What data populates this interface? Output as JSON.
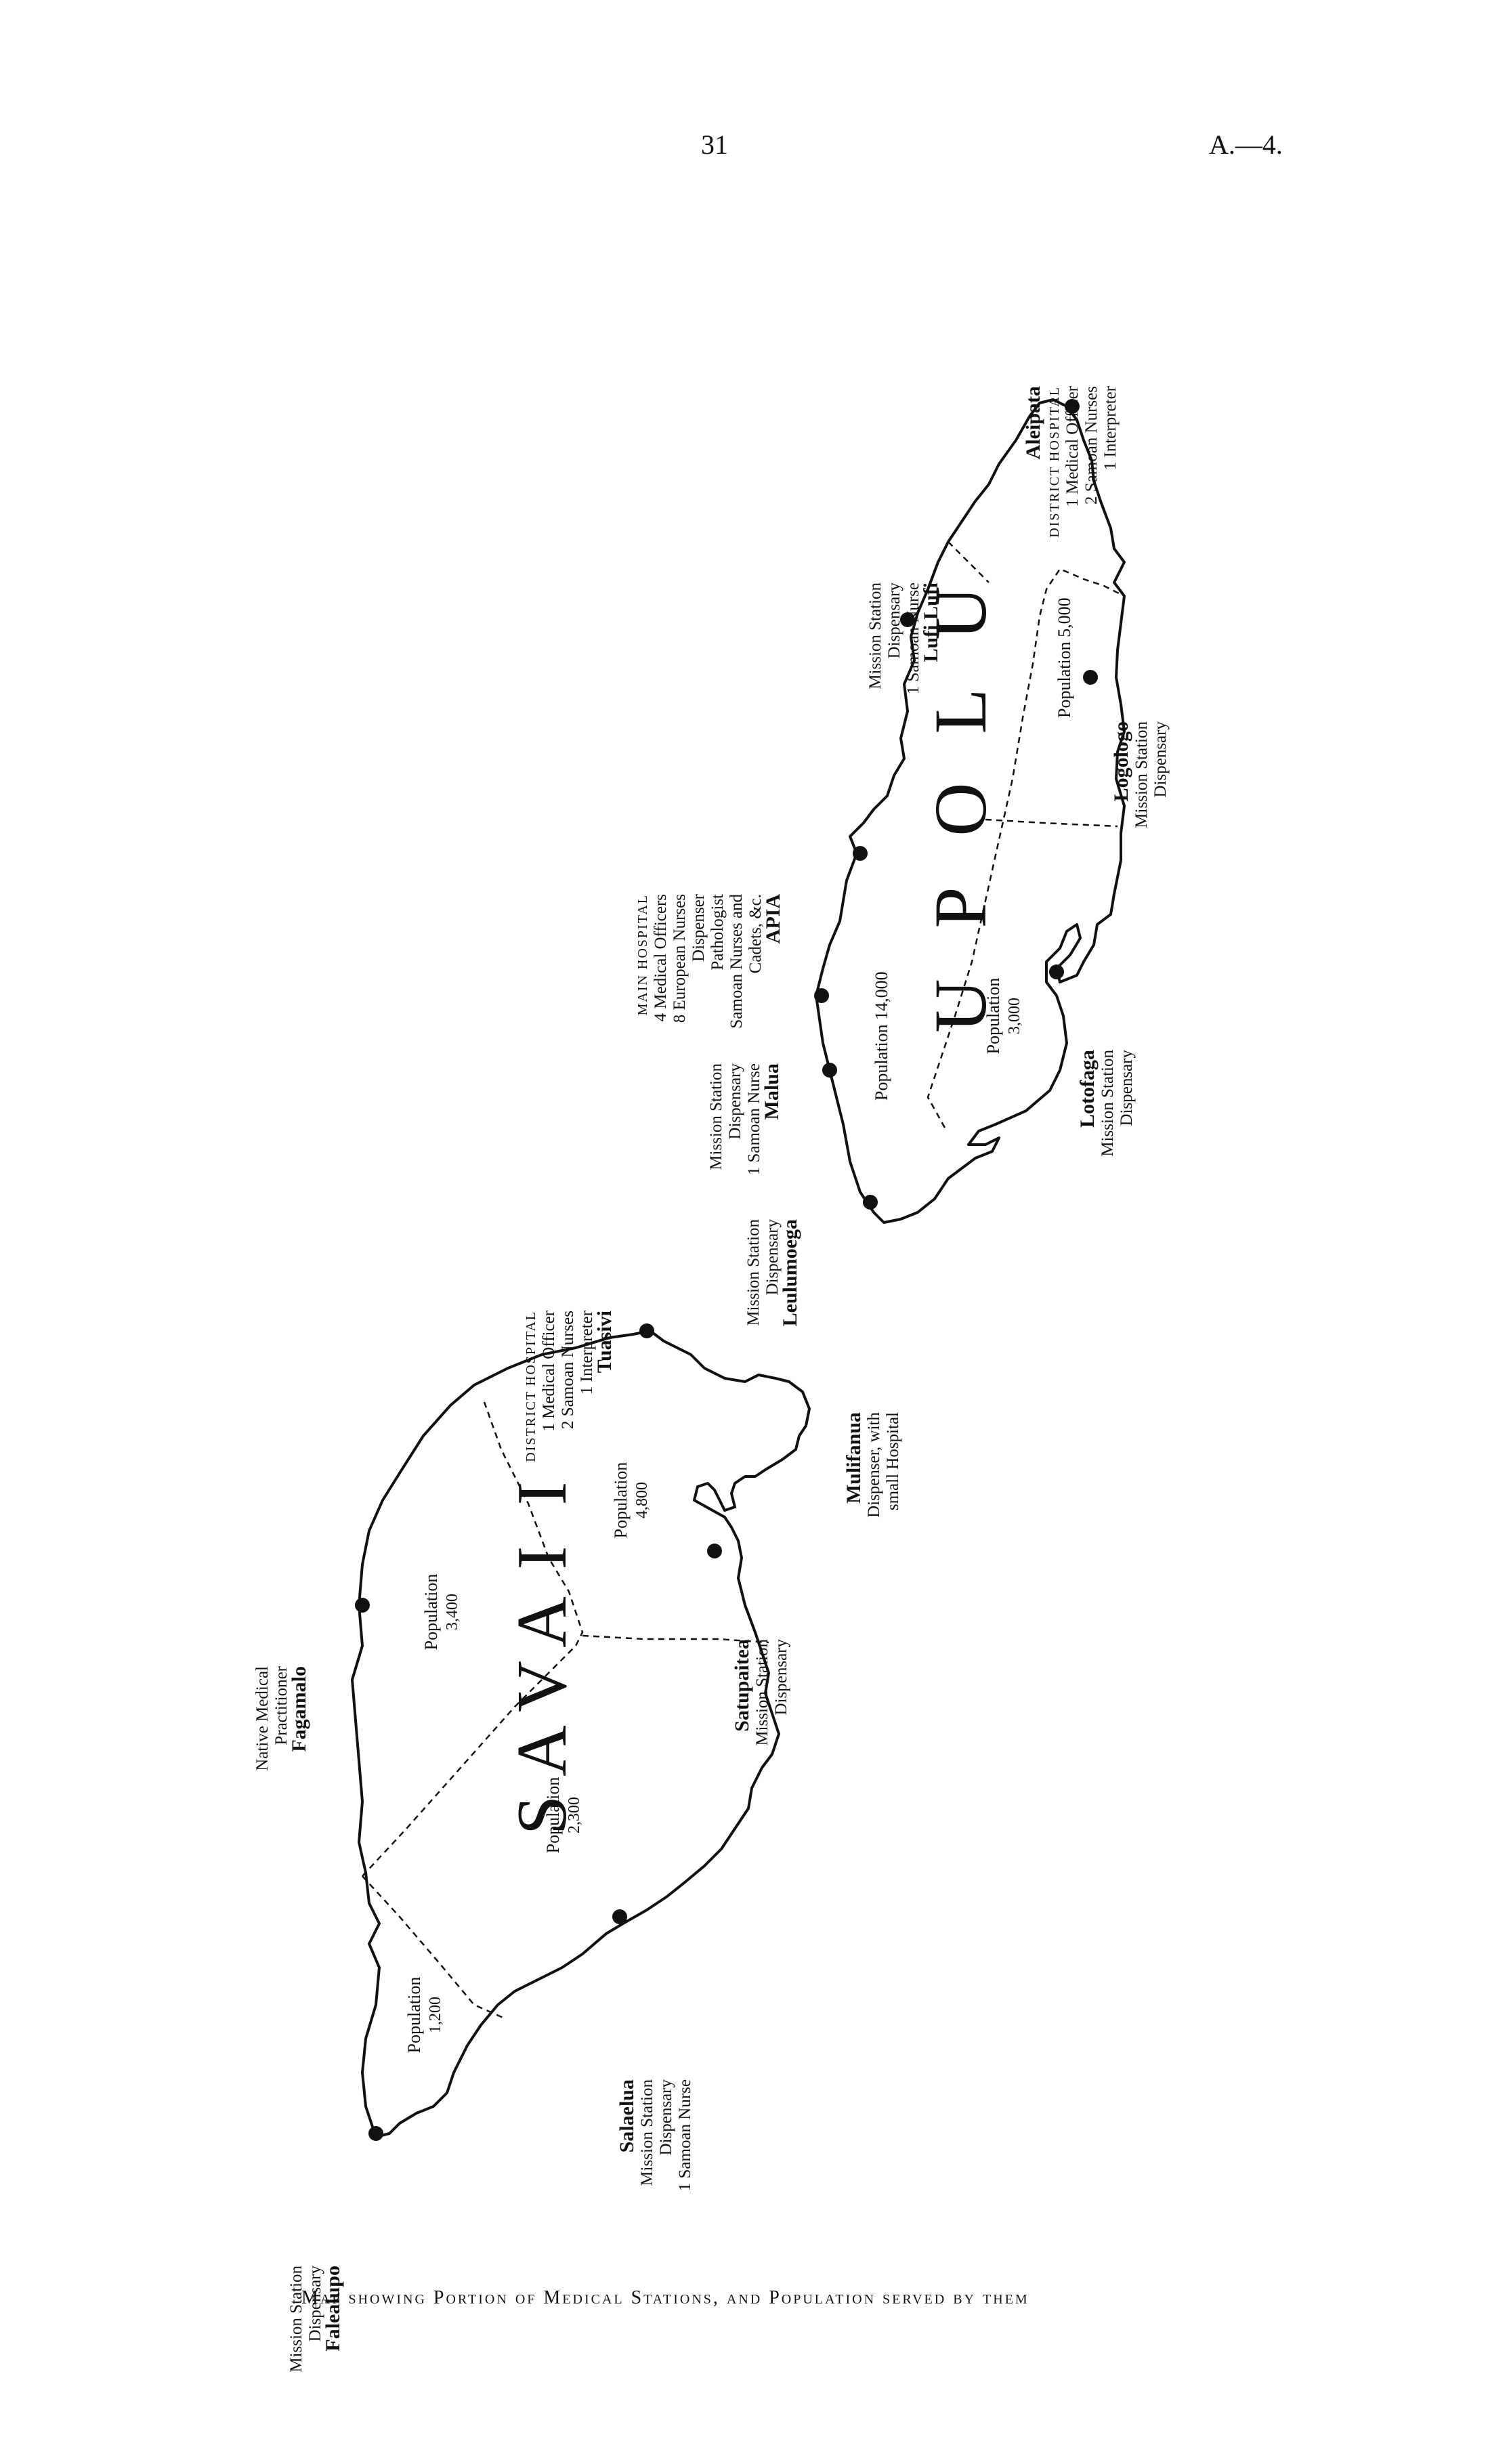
{
  "page": {
    "number": "31",
    "ref": "A.—4."
  },
  "caption": "Map showing Portion of Medical Stations, and Population served by them",
  "islands": [
    {
      "name": "SAVAII",
      "letters": [
        "S",
        "A",
        "V",
        "A",
        "I",
        "I"
      ]
    },
    {
      "name": "UPOLU",
      "letters": [
        "U",
        "P",
        "O",
        "L",
        "U"
      ]
    }
  ],
  "districts": [
    {
      "id": "savaii-ne",
      "label": "Population",
      "value": "4,800"
    },
    {
      "id": "savaii-n",
      "label": "Population",
      "value": "3,400"
    },
    {
      "id": "savaii-s",
      "label": "Population",
      "value": "2,300"
    },
    {
      "id": "savaii-w",
      "label": "Population",
      "value": "1,200"
    },
    {
      "id": "upolu-w",
      "label": "Population",
      "value": "14,000",
      "inline": "Population 14,000"
    },
    {
      "id": "upolu-sw",
      "label": "Population",
      "value": "3,000"
    },
    {
      "id": "upolu-c",
      "label": "Population",
      "value": "5,000",
      "inline": "Population 5,000"
    }
  ],
  "stations": [
    {
      "id": "aleipata",
      "name": "Aleipata",
      "details": [
        "DISTRICT HOSPITAL",
        "1 Medical Officer",
        "2 Samoan Nurses",
        "1 Interpreter"
      ]
    },
    {
      "id": "lufilufi",
      "name": "Lufi Lufi",
      "details": [
        "Mission Station",
        "Dispensary",
        "1 Samoan Nurse"
      ]
    },
    {
      "id": "logologo",
      "name": "Logologo",
      "details": [
        "Mission Station",
        "Dispensary"
      ]
    },
    {
      "id": "apia",
      "name": "APIA",
      "details": [
        "MAIN HOSPITAL",
        "4 Medical Officers",
        "8 European Nurses",
        "Dispenser",
        "Pathologist",
        "Samoan Nurses and",
        "Cadets, &c."
      ]
    },
    {
      "id": "malua",
      "name": "Malua",
      "details": [
        "Mission Station",
        "Dispensary",
        "1 Samoan Nurse"
      ]
    },
    {
      "id": "lotofaga",
      "name": "Lotofaga",
      "details": [
        "Mission Station",
        "Dispensary"
      ]
    },
    {
      "id": "leulumoega",
      "name": "Leulumoega",
      "details": [
        "Mission Station",
        "Dispensary"
      ]
    },
    {
      "id": "mulifanua",
      "name": "Mulifanua",
      "details": [
        "Dispenser, with",
        "small Hospital"
      ]
    },
    {
      "id": "tuasivi",
      "name": "Tuasivi",
      "details": [
        "DISTRICT HOSPITAL",
        "1 Medical Officer",
        "2 Samoan Nurses",
        "1 Interpreter"
      ]
    },
    {
      "id": "satupaitea",
      "name": "Satupaitea",
      "details": [
        "Mission Station",
        "Dispensary"
      ]
    },
    {
      "id": "fagamalo",
      "name": "Fagamalo",
      "details": [
        "Native Medical",
        "Practitioner"
      ]
    },
    {
      "id": "salaelua",
      "name": "Salaelua",
      "details": [
        "Mission Station",
        "Dispensary",
        "1 Samoan Nurse"
      ]
    },
    {
      "id": "falealupo",
      "name": "Falealupo",
      "details": [
        "Mission Station",
        "Dispensary"
      ]
    }
  ]
}
